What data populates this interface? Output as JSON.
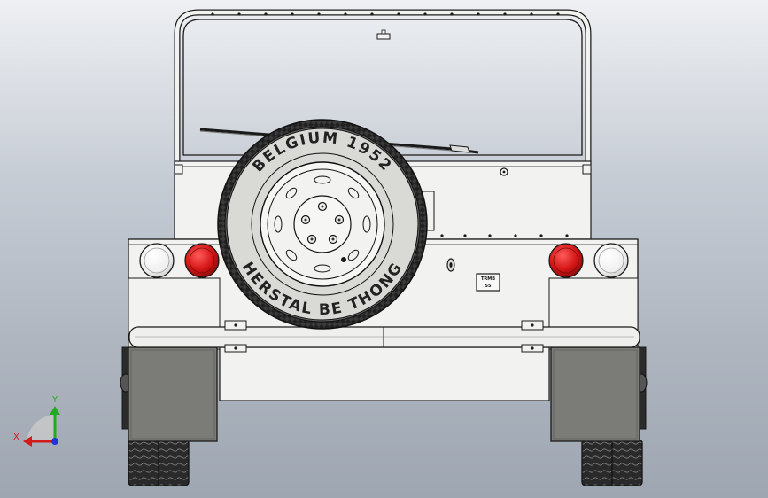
{
  "tire": {
    "top_arc_text": "BELGIUM 1952",
    "bottom_arc_text": "HERSTAL BE THONG"
  },
  "plate": {
    "line1": "TRMB",
    "line2": "55"
  },
  "triad": {
    "x_label": "X",
    "y_label": "Y",
    "x_color": "#d11a1a",
    "y_color": "#22aa22",
    "z_color": "#2233dd"
  },
  "colors": {
    "body": "#f2f2f0",
    "outline": "#1a1a1a",
    "lamp_red": "#d31515",
    "lamp_white": "#f6f6f6",
    "mudflap": "#7b7b78",
    "tire": "#2b2b2b"
  }
}
